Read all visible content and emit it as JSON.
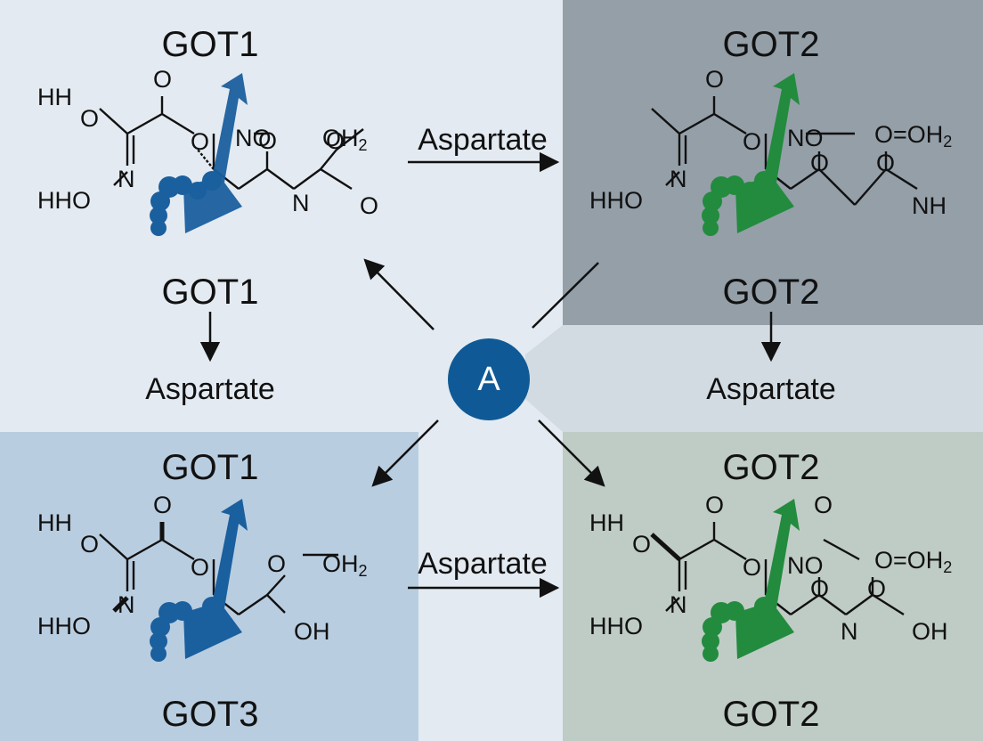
{
  "colors": {
    "background": "#e3eaf1",
    "got2_top_panel": "#949fa8",
    "got1_bottom_panel": "#b9cde0",
    "got2_bottom_panel": "#bfcbc5",
    "got1_accent": "#1a5f9e",
    "got2_accent": "#228b3e",
    "center_node": "#0f5a96"
  },
  "panels": {
    "top_left": {
      "title": "GOT1",
      "label": "GOT1",
      "product": "Aspartate"
    },
    "top_right": {
      "title": "GOT2",
      "label": "GOT2",
      "product": "Aspartate"
    },
    "bottom_left": {
      "title": "GOT1",
      "footer": "GOT3"
    },
    "bottom_right": {
      "title": "GOT2",
      "footer": "GOT2"
    }
  },
  "reactions": {
    "top": "Aspartate",
    "bottom": "Aspartate"
  },
  "center": {
    "label": "A",
    "icon": "circle-node-icon"
  },
  "atoms": {
    "hh": "HH",
    "o": "O",
    "n": "N",
    "no": "NO",
    "oh": "OH",
    "nh": "NH",
    "hho": "HHO",
    "oh2_prefix": "OH",
    "o_oh2_prefix": "O=OH",
    "sub2": "2"
  },
  "icons": {
    "protein_helix_got1": "blue-helix-icon",
    "protein_helix_got2": "green-helix-icon"
  }
}
